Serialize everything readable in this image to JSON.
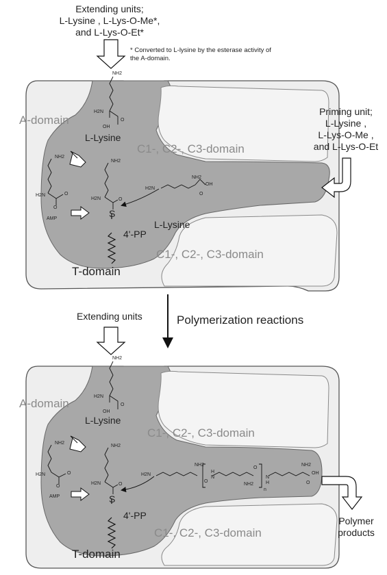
{
  "top": {
    "extending_units": [
      "Extending units;",
      "L-Lysine , L-Lys-O-Me*,",
      "and L-Lys-O-Et*"
    ],
    "footnote": [
      "* Converted to L-lysine by the esterase activity of",
      "the A-domain."
    ],
    "a_domain": "A-domain",
    "l_lysine_top": "L-Lysine",
    "c_domain_upper": "C1-, C2-, C3-domain",
    "priming_unit": [
      "Priming unit;",
      "L-Lysine ,",
      "L-Lys-O-Me ,",
      "and L-Lys-O-Et"
    ],
    "l_lysine_mid": "L-Lysine",
    "pp": "4'-PP",
    "c_domain_lower": "C1-, C2-, C3-domain",
    "t_domain": "T-domain"
  },
  "middle": {
    "extending_units": "Extending units",
    "polymerization": "Polymerization reactions"
  },
  "bottom": {
    "a_domain": "A-domain",
    "l_lysine": "L-Lysine",
    "c_domain_upper": "C1-, C2-, C3-domain",
    "pp": "4'-PP",
    "c_domain_lower": "C1-, C2-, C3-domain",
    "t_domain": "T-domain",
    "polymer_products": [
      "Polymer",
      "products"
    ]
  },
  "chem": {
    "nh2": "NH2",
    "h2n": "H2N",
    "oh": "OH",
    "o": "O",
    "amp": "AMP",
    "s": "S",
    "h": "H",
    "n": "N",
    "n_sub": "n"
  }
}
